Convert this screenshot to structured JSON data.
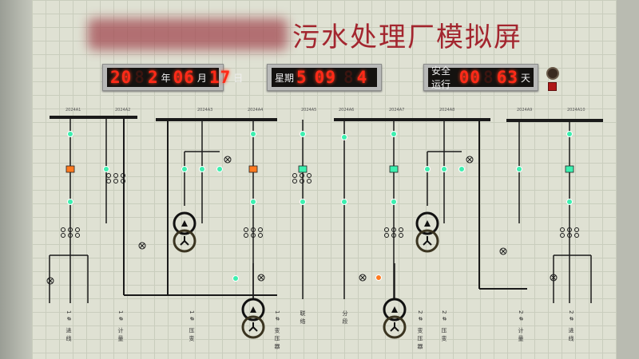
{
  "title": {
    "text": "污水处理厂模拟屏"
  },
  "date_display": {
    "year_a": "20",
    "year_b": "2",
    "year_unit": "年",
    "month": "06",
    "month_unit": "月",
    "day": "17",
    "day_unit": "日"
  },
  "week_display": {
    "label": "星期",
    "weekday": "5",
    "hour": "09",
    "minute": "4"
  },
  "safety_display": {
    "label": "安全运行",
    "days_a": "00",
    "days_b": "63",
    "unit": "天"
  },
  "bay_codes": [
    "2024A1",
    "2024A2",
    "2024A3",
    "2024A4",
    "2024A5",
    "2024A6",
    "2024A7",
    "2024A8",
    "2024A9",
    "2024A10"
  ],
  "bay_labels": [
    "1# 进线",
    "1# 计量",
    "1# 压变",
    "1# 变压器",
    "联络",
    "分段",
    "2# 变压器",
    "2# 压变",
    "2# 计量",
    "2# 进线"
  ],
  "colors": {
    "led_green": "#3df0b0",
    "led_orange": "#ff7a20",
    "display_red": "#ff2a18",
    "title_red": "#a3262f",
    "line": "#1a1a1a"
  }
}
